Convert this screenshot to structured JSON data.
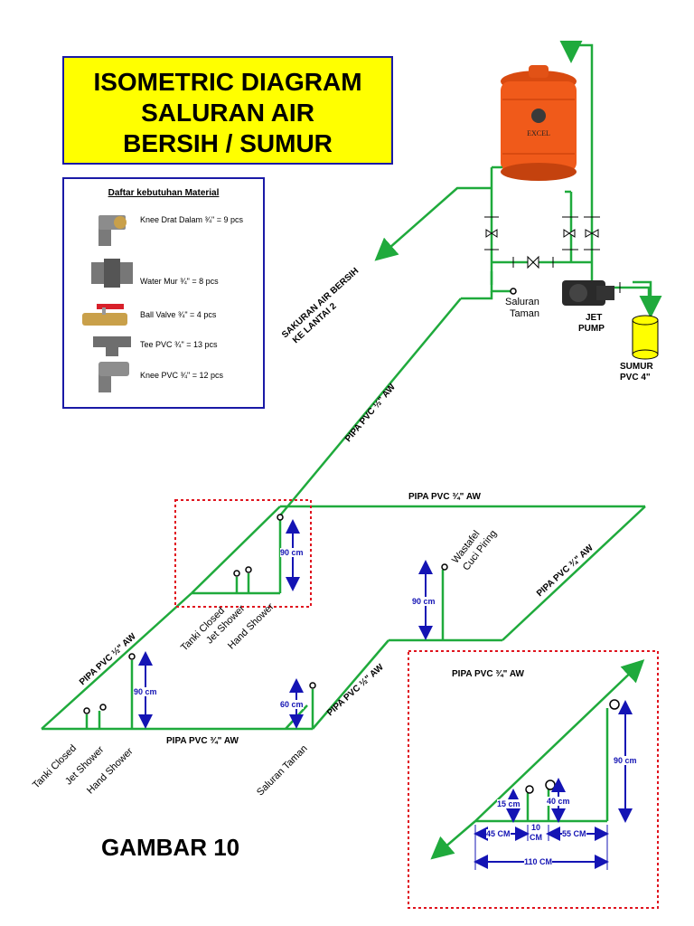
{
  "title": {
    "line1": "ISOMETRIC DIAGRAM",
    "line2": "SALURAN AIR",
    "line3": "BERSIH / SUMUR"
  },
  "materials": {
    "heading": "Daftar kebutuhan Material",
    "items": [
      {
        "label": "Knee Drat Dalam ¾\" = 9 pcs",
        "icon": "knee-drat-icon"
      },
      {
        "label": "Water Mur ¾\" = 8 pcs",
        "icon": "water-mur-icon"
      },
      {
        "label": "Ball Valve ¾\" = 4 pcs",
        "icon": "ball-valve-icon"
      },
      {
        "label": "Tee PVC ¾\" = 13 pcs",
        "icon": "tee-pvc-icon"
      },
      {
        "label": "Knee PVC ¾\" = 12 pcs",
        "icon": "knee-pvc-icon"
      }
    ]
  },
  "tank": {
    "brand": "EXCEL",
    "color": "#f05a1a"
  },
  "labels": {
    "saluran_lantai2_a": "SAKURAN AIR BERSIH",
    "saluran_lantai2_b": "KE LANTAI 2",
    "saluran_taman_top_a": "Saluran",
    "saluran_taman_top_b": "Taman",
    "jet_pump_a": "JET",
    "jet_pump_b": "PUMP",
    "sumur_a": "SUMUR",
    "sumur_b": "PVC 4\"",
    "pipa_diag_main": "PIPA PVC ½\" AW",
    "pipa_top": "PIPA PVC ¾\" AW",
    "pipa_right_diag": "PIPA PVC ¾\" AW",
    "pipa_left_diag": "PIPA PVC ½\" AW",
    "pipa_bottom": "PIPA PVC ¾\" AW",
    "pipa_mid_diag": "PIPA PVC ½\" AW",
    "pipa_detail": "PIPA PVC ¾\" AW",
    "wastafel_a": "Wastafel",
    "wastafel_b": "Cuci Piring",
    "tanki_closed_1": "Tanki Closed",
    "jet_shower_1": "Jet Shower",
    "hand_shower_1": "Hand Shower",
    "tanki_closed_2": "Tanki Closed",
    "jet_shower_2": "Jet Shower",
    "hand_shower_2": "Hand Shower",
    "saluran_taman_bottom": "Saluran Taman"
  },
  "dimensions": {
    "d90_upper": "90 cm",
    "d90_wastafel": "90 cm",
    "d90_left": "90 cm",
    "d60_taman": "60 cm",
    "d90_detail": "90 cm",
    "d15": "15 cm",
    "d40": "40 cm",
    "d45": "45 CM",
    "d10_a": "10",
    "d10_b": "CM",
    "d55": "55 CM",
    "d110": "110 CM"
  },
  "colors": {
    "pipe": "#1faa3c",
    "dimension": "#1414b4",
    "highlight": "#e0141e",
    "title_bg": "#ffff00",
    "sumur": "#ffff00"
  },
  "figure_label": "GAMBAR 10"
}
